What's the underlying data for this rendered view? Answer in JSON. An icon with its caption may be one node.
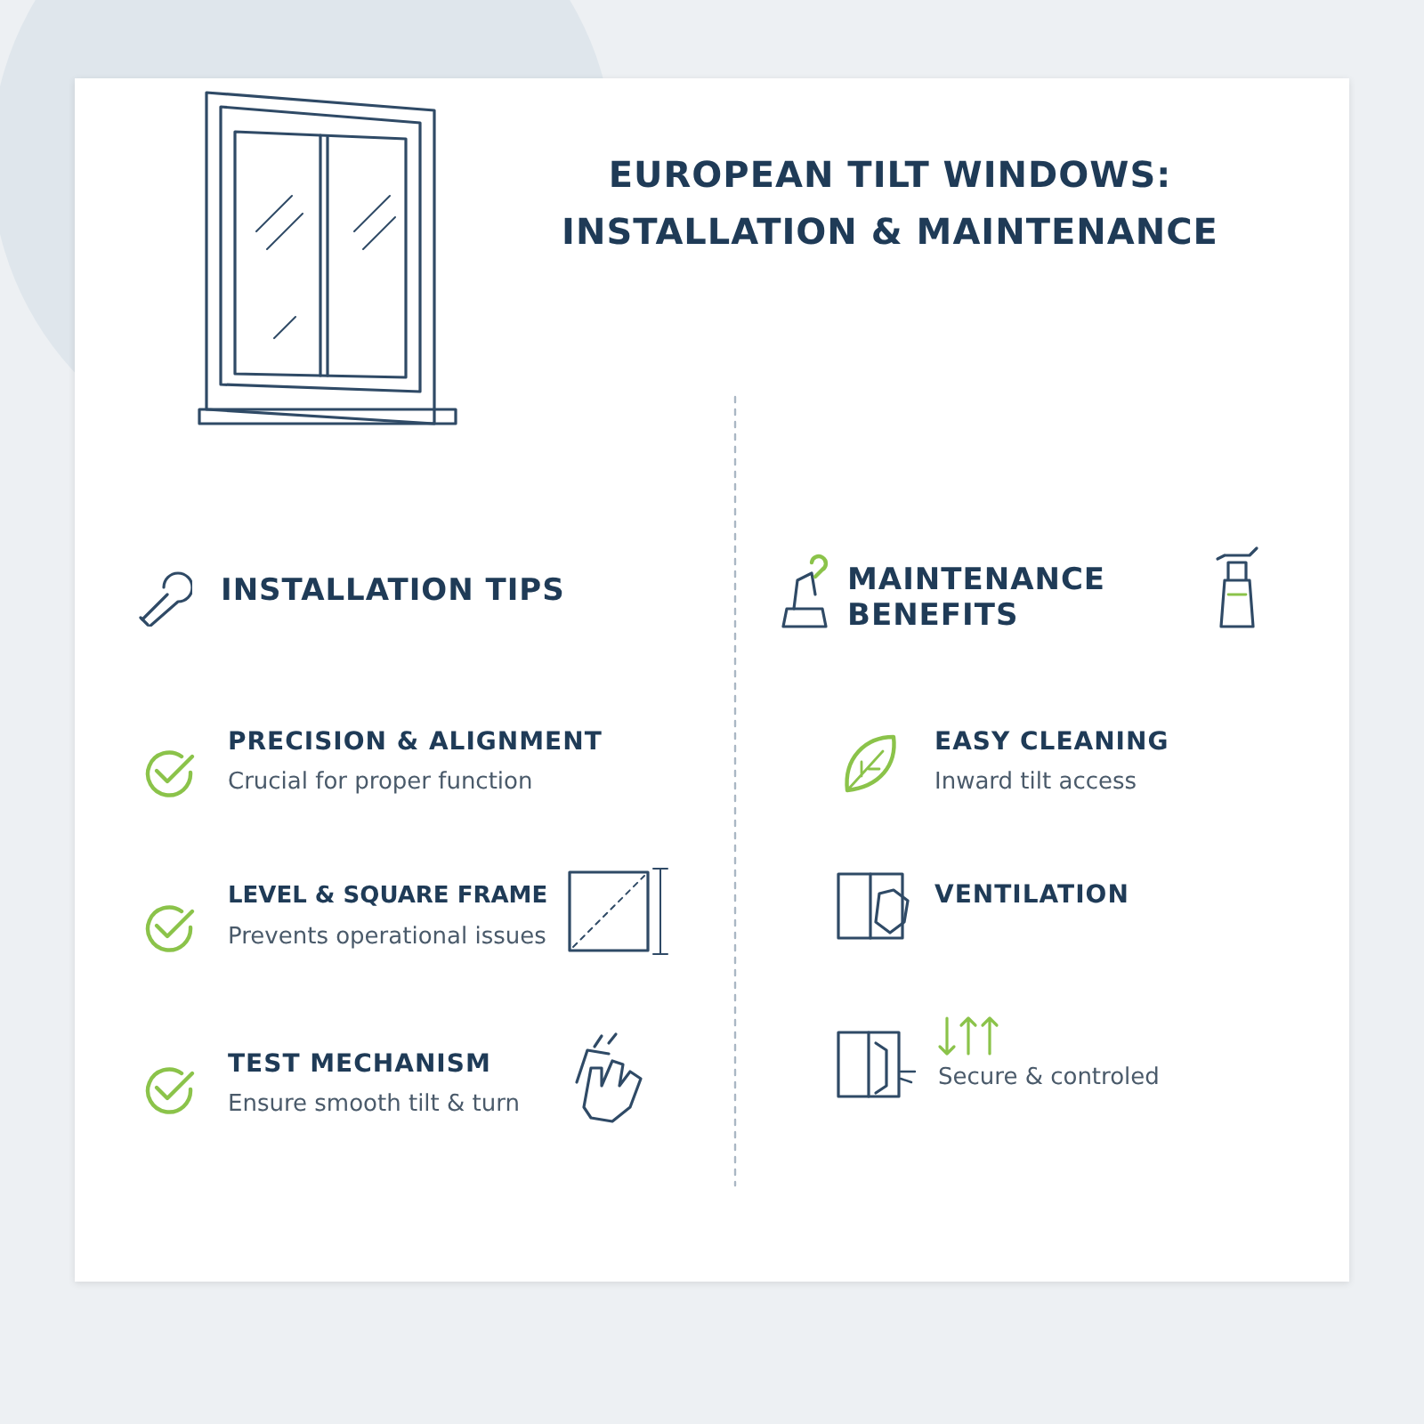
{
  "diagram": {
    "title": "EUROPEAN TILT WINDOWS: INSTALLATION & MAINTENANCE",
    "labels": [
      "INSTALLATION TIPS",
      "MAINTENANCE BENEFITS",
      "PRECISION & ALIGNMENT",
      "Crucial for proper function",
      "LEVEL & SQUARE FRAME",
      "Prevents operational issues",
      "TEST MECHANISM",
      "Ensure smooth tilt & turn",
      "EASY CLEANING",
      "Inward tilt access",
      "VENTILATION",
      "Secure & controled"
    ]
  }
}
